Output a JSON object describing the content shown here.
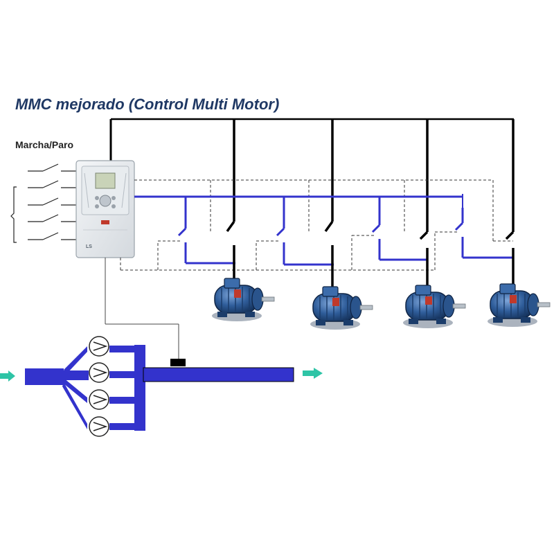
{
  "diagram": {
    "title": "MMC mejorado (Control Multi Motor)",
    "start_stop_label": "Marcha/Paro",
    "drive_brand": "LS",
    "motor_count": 4,
    "pump_count": 4
  },
  "colors": {
    "title": "#1f3864",
    "power_line": "#000000",
    "control_blue": "#3333cc",
    "pipe_blue": "#3333cc",
    "flow_arrow": "#2ec4a6",
    "motor_body": "#2f5d9a",
    "control_dashed": "#333333"
  }
}
